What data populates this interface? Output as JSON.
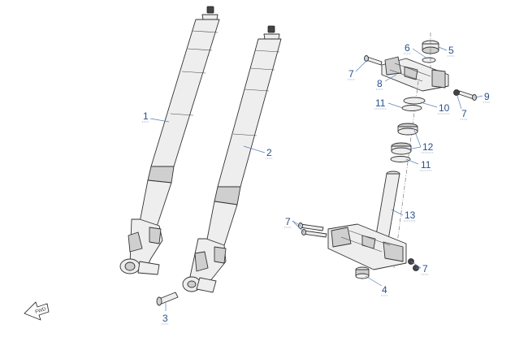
{
  "callouts": [
    {
      "id": "1",
      "text": "1"
    },
    {
      "id": "2",
      "text": "2"
    },
    {
      "id": "3",
      "text": "3"
    },
    {
      "id": "4",
      "text": "4"
    },
    {
      "id": "5",
      "text": "5"
    },
    {
      "id": "6",
      "text": "6"
    },
    {
      "id": "7a",
      "text": "7"
    },
    {
      "id": "7b",
      "text": "7"
    },
    {
      "id": "7c",
      "text": "7"
    },
    {
      "id": "7d",
      "text": "7"
    },
    {
      "id": "8",
      "text": "8"
    },
    {
      "id": "9",
      "text": "9"
    },
    {
      "id": "10",
      "text": "10"
    },
    {
      "id": "11a",
      "text": "11"
    },
    {
      "id": "11b",
      "text": "11"
    },
    {
      "id": "12",
      "text": "12"
    },
    {
      "id": "13",
      "text": "13"
    }
  ],
  "front_arrow": {
    "label": "FWD",
    "icon": "front-direction-arrow-icon"
  },
  "colors": {
    "callout": "#2a4f8a",
    "line": "#333333",
    "part_fill": "#eeeeee"
  }
}
